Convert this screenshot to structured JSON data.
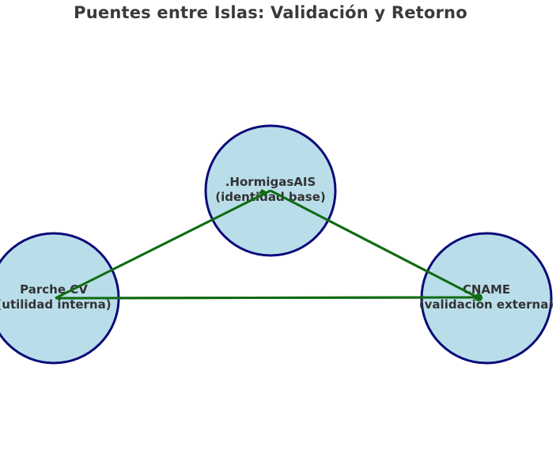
{
  "title": "Puentes entre Islas: Validación y Retorno",
  "colors": {
    "node_fill": "#add8e6",
    "node_stroke": "#0b0b7a",
    "edge": "#116b11",
    "text": "#333333"
  },
  "nodes": [
    {
      "id": "hormigas",
      "line1": ".HormigasAIS",
      "line2": "(identidad base)"
    },
    {
      "id": "parche",
      "line1": "Parche CV",
      "line2": "(utilidad interna)"
    },
    {
      "id": "cname",
      "line1": "CNAME",
      "line2": "(validación externa)"
    }
  ],
  "edges": [
    {
      "from": "parche",
      "to": "hormigas"
    },
    {
      "from": "hormigas",
      "to": "cname"
    },
    {
      "from": "parche",
      "to": "cname"
    }
  ]
}
